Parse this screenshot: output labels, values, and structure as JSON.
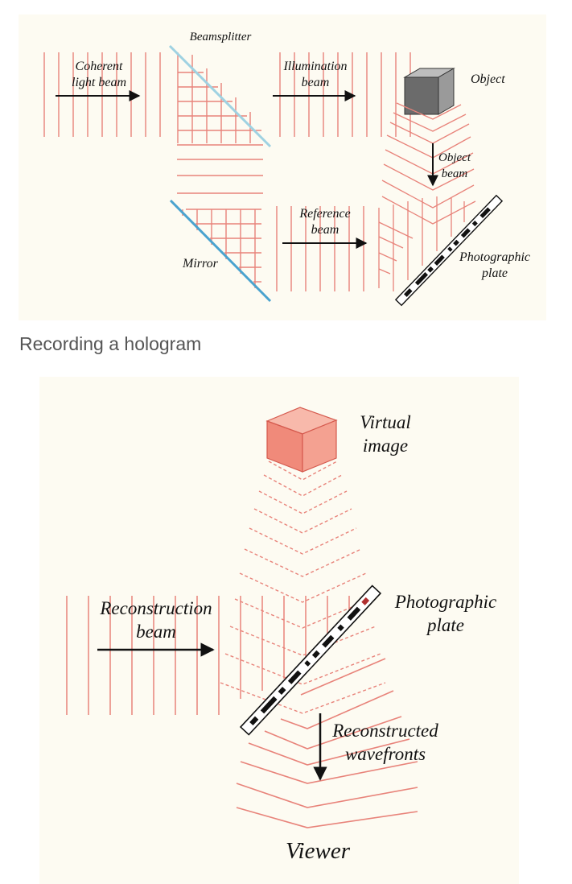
{
  "recording": {
    "labels": {
      "coherent": [
        "Coherent",
        "light beam"
      ],
      "beamsplitter": "Beamsplitter",
      "illumination": [
        "Illumination",
        "beam"
      ],
      "object": "Object",
      "object_beam": [
        "Object",
        "beam"
      ],
      "reference": [
        "Reference",
        "beam"
      ],
      "mirror": "Mirror",
      "plate": [
        "Photographic",
        "plate"
      ]
    }
  },
  "caption": "Recording a hologram",
  "reconstruction": {
    "labels": {
      "virtual": [
        "Virtual",
        "image"
      ],
      "reconstruction": [
        "Reconstruction",
        "beam"
      ],
      "plate": [
        "Photographic",
        "plate"
      ],
      "wavefronts": [
        "Reconstructed",
        "wavefronts"
      ],
      "viewer": "Viewer"
    }
  },
  "colors": {
    "wave": "#e8837a",
    "beamsplitter": "#9fd2e2",
    "mirror": "#4aa3cf",
    "panel": "#fdfbf2",
    "cube_dark": "#6b6b6b",
    "cube_virtual": "#f08a7a"
  }
}
